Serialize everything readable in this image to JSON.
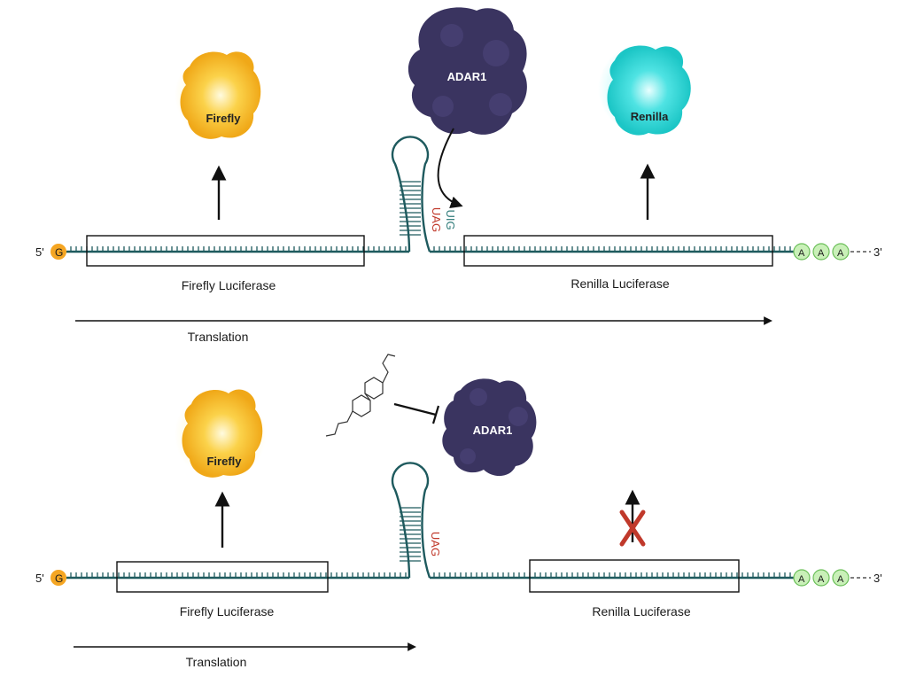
{
  "colors": {
    "rna": "#1e5a5e",
    "adar": "#3a3460",
    "firefly": "#f2b21c",
    "renilla": "#31d3d3",
    "stop_codon": "#c0392b",
    "edited_codon": "#2f7b79",
    "cap": "#f5a623",
    "polya_fill": "#c9f0b8",
    "polya_stroke": "#6bbf59",
    "cross": "#c0392b"
  },
  "top": {
    "five_prime": "5'",
    "cap": "G",
    "three_prime": "3'",
    "polya": [
      "A",
      "A",
      "A"
    ],
    "firefly_gene": "Firefly Luciferase",
    "renilla_gene": "Renilla Luciferase",
    "stop_codon": "UAG",
    "edited_codon": "UIG",
    "firefly_protein": "Firefly",
    "renilla_protein": "Renilla",
    "adar": "ADAR1",
    "translation": "Translation"
  },
  "bottom": {
    "five_prime": "5'",
    "cap": "G",
    "three_prime": "3'",
    "polya": [
      "A",
      "A",
      "A"
    ],
    "firefly_gene": "Firefly Luciferase",
    "renilla_gene": "Renilla Luciferase",
    "stop_codon": "UAG",
    "firefly_protein": "Firefly",
    "adar": "ADAR1",
    "translation": "Translation",
    "inhibitor_icon": "small-molecule-inhibitor-icon",
    "cross_icon": "x-mark-icon"
  }
}
